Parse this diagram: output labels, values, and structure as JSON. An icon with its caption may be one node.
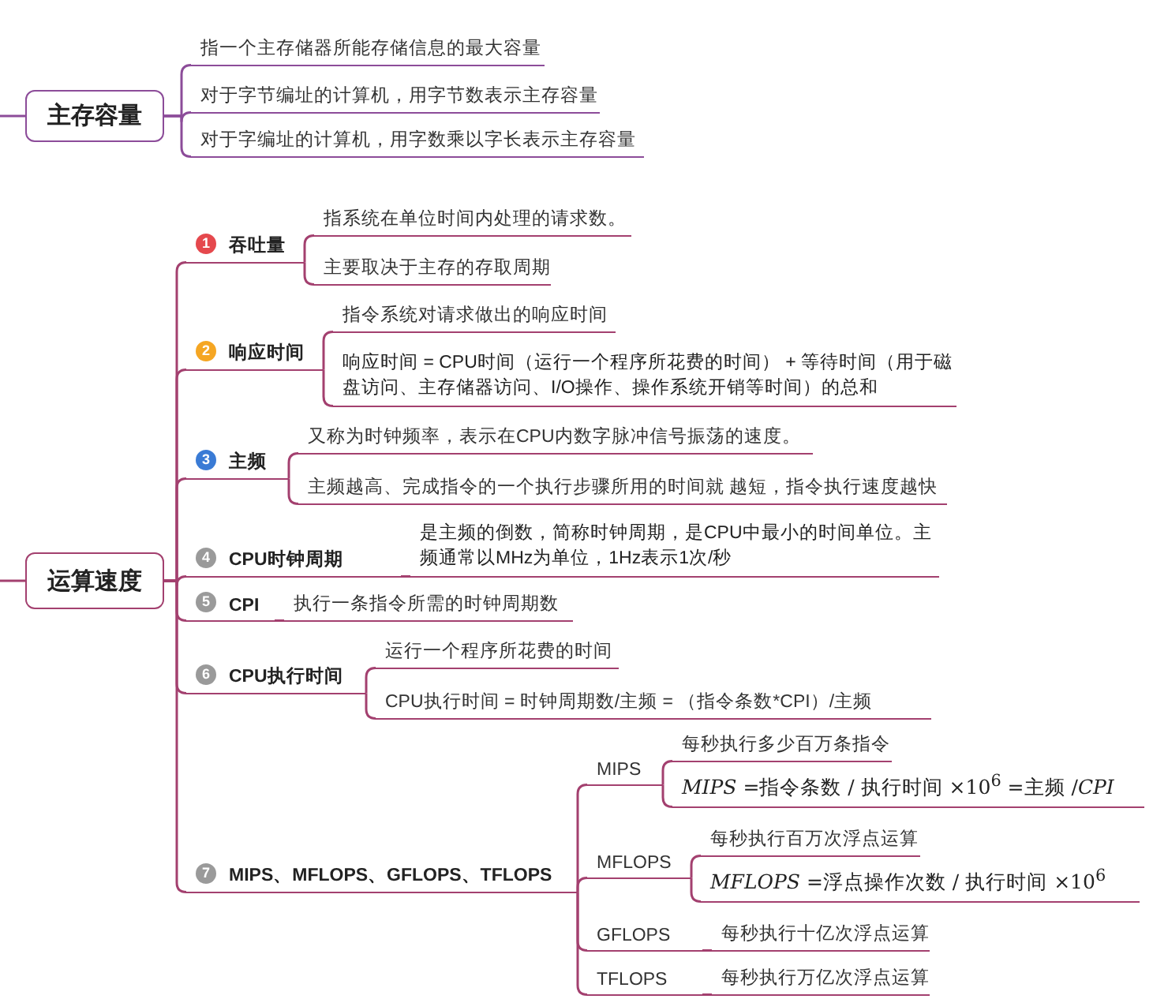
{
  "diagram": {
    "nodes": [
      {
        "text": [
          "主存容量"
        ]
      },
      {
        "text": [
          "指一个主存储器所能存储信息的最大容量"
        ]
      },
      {
        "text": [
          "对于字节编址的计算机，用字节数表示主存容量"
        ]
      },
      {
        "text": [
          "对于字编址的计算机，用字数乘以字长表示主存容量"
        ]
      },
      {
        "text": [
          "运算速度"
        ]
      },
      {
        "text": [
          "1",
          "吞吐量"
        ]
      },
      {
        "text": [
          "指系统在单位时间内处理的请求数。"
        ]
      },
      {
        "text": [
          "主要取决于主存的存取周期"
        ]
      },
      {
        "text": [
          "2",
          "响应时间"
        ]
      },
      {
        "text": [
          "指令系统对请求做出的响应时间"
        ]
      },
      {
        "text": [
          "响应时间 = CPU时间（运行一个程序所花费的时间） + 等待时间（用于磁盘访问、主存储器访问、I/O操作、操作系统开销等时间）的总和"
        ]
      },
      {
        "text": [
          "3",
          "主频"
        ]
      },
      {
        "text": [
          "又称为时钟频率，表示在CPU内数字脉冲信号振荡的速度。"
        ]
      },
      {
        "text": [
          "主频越高、完成指令的一个执行步骤所用的时间就 越短，指令执行速度越快"
        ]
      },
      {
        "text": [
          "4",
          "CPU时钟周期"
        ]
      },
      {
        "text": [
          "是主频的倒数，简称时钟周期，是CPU中最小的时间单位。主频通常以MHz为单位，1Hz表示1次/秒"
        ]
      },
      {
        "text": [
          "5",
          "CPI"
        ]
      },
      {
        "text": [
          "执行一条指令所需的时钟周期数"
        ]
      },
      {
        "text": [
          "6",
          "CPU执行时间"
        ]
      },
      {
        "text": [
          "运行一个程序所花费的时间"
        ]
      },
      {
        "text": [
          "CPU执行时间 = 时钟周期数/主频 = （指令条数*CPI）/主频"
        ]
      },
      {
        "text": [
          "7",
          "MIPS、MFLOPS、GFLOPS、TFLOPS"
        ]
      },
      {
        "text": [
          "MIPS"
        ]
      },
      {
        "text": [
          "每秒执行多少百万条指令"
        ]
      },
      {
        "text": [
          "*MIPS* =指令条数 / 执行时间 ×10$^{6}$ =主频 /*CPI*"
        ]
      },
      {
        "text": [
          "MFLOPS"
        ]
      },
      {
        "text": [
          "每秒执行百万次浮点运算"
        ]
      },
      {
        "text": [
          "*MFLOPS* =浮点操作次数 / 执行时间 ×10$^{6}$"
        ]
      },
      {
        "text": [
          "GFLOPS"
        ]
      },
      {
        "text": [
          "每秒执行十亿次浮点运算"
        ]
      },
      {
        "text": [
          "TFLOPS"
        ]
      },
      {
        "text": [
          "每秒执行万亿次浮点运算"
        ]
      }
    ],
    "edges": [
      {
        "from": null,
        "to": 0,
        "arrow": "none",
        "color": "#8c4c99"
      },
      {
        "from": 0,
        "to": 1,
        "arrow": "none",
        "color": "#8c4c99"
      },
      {
        "from": 0,
        "to": 2,
        "arrow": "none",
        "color": "#8c4c99"
      },
      {
        "from": 0,
        "to": 3,
        "arrow": "none",
        "color": "#8c4c99"
      },
      {
        "from": null,
        "to": 4,
        "arrow": "none"
      },
      {
        "from": 4,
        "to": 5,
        "arrow": "none"
      },
      {
        "from": 4,
        "to": 8,
        "arrow": "none"
      },
      {
        "from": 4,
        "to": 11,
        "arrow": "none"
      },
      {
        "from": 4,
        "to": 14,
        "arrow": "none"
      },
      {
        "from": 4,
        "to": 16,
        "arrow": "none"
      },
      {
        "from": 4,
        "to": 18,
        "arrow": "none"
      },
      {
        "from": 4,
        "to": 21,
        "arrow": "none"
      },
      {
        "from": 5,
        "to": 6,
        "arrow": "none"
      },
      {
        "from": 5,
        "to": 7,
        "arrow": "none"
      },
      {
        "from": 8,
        "to": 9,
        "arrow": "none"
      },
      {
        "from": 8,
        "to": 10,
        "arrow": "none"
      },
      {
        "from": 11,
        "to": 12,
        "arrow": "none"
      },
      {
        "from": 11,
        "to": 13,
        "arrow": "none"
      },
      {
        "from": 14,
        "to": 15,
        "arrow": "none"
      },
      {
        "from": 16,
        "to": 17,
        "arrow": "none"
      },
      {
        "from": 18,
        "to": 19,
        "arrow": "none"
      },
      {
        "from": 18,
        "to": 20,
        "arrow": "none"
      },
      {
        "from": 21,
        "to": 22,
        "arrow": "none"
      },
      {
        "from": 21,
        "to": 25,
        "arrow": "none"
      },
      {
        "from": 21,
        "to": 28,
        "arrow": "none"
      },
      {
        "from": 21,
        "to": 30,
        "arrow": "none"
      },
      {
        "from": 22,
        "to": 23,
        "arrow": "none"
      },
      {
        "from": 22,
        "to": 24,
        "arrow": "none"
      },
      {
        "from": 25,
        "to": 26,
        "arrow": "none"
      },
      {
        "from": 25,
        "to": 27,
        "arrow": "none"
      },
      {
        "from": 28,
        "to": 29,
        "arrow": "none"
      },
      {
        "from": 30,
        "to": 31,
        "arrow": "none"
      }
    ]
  }
}
